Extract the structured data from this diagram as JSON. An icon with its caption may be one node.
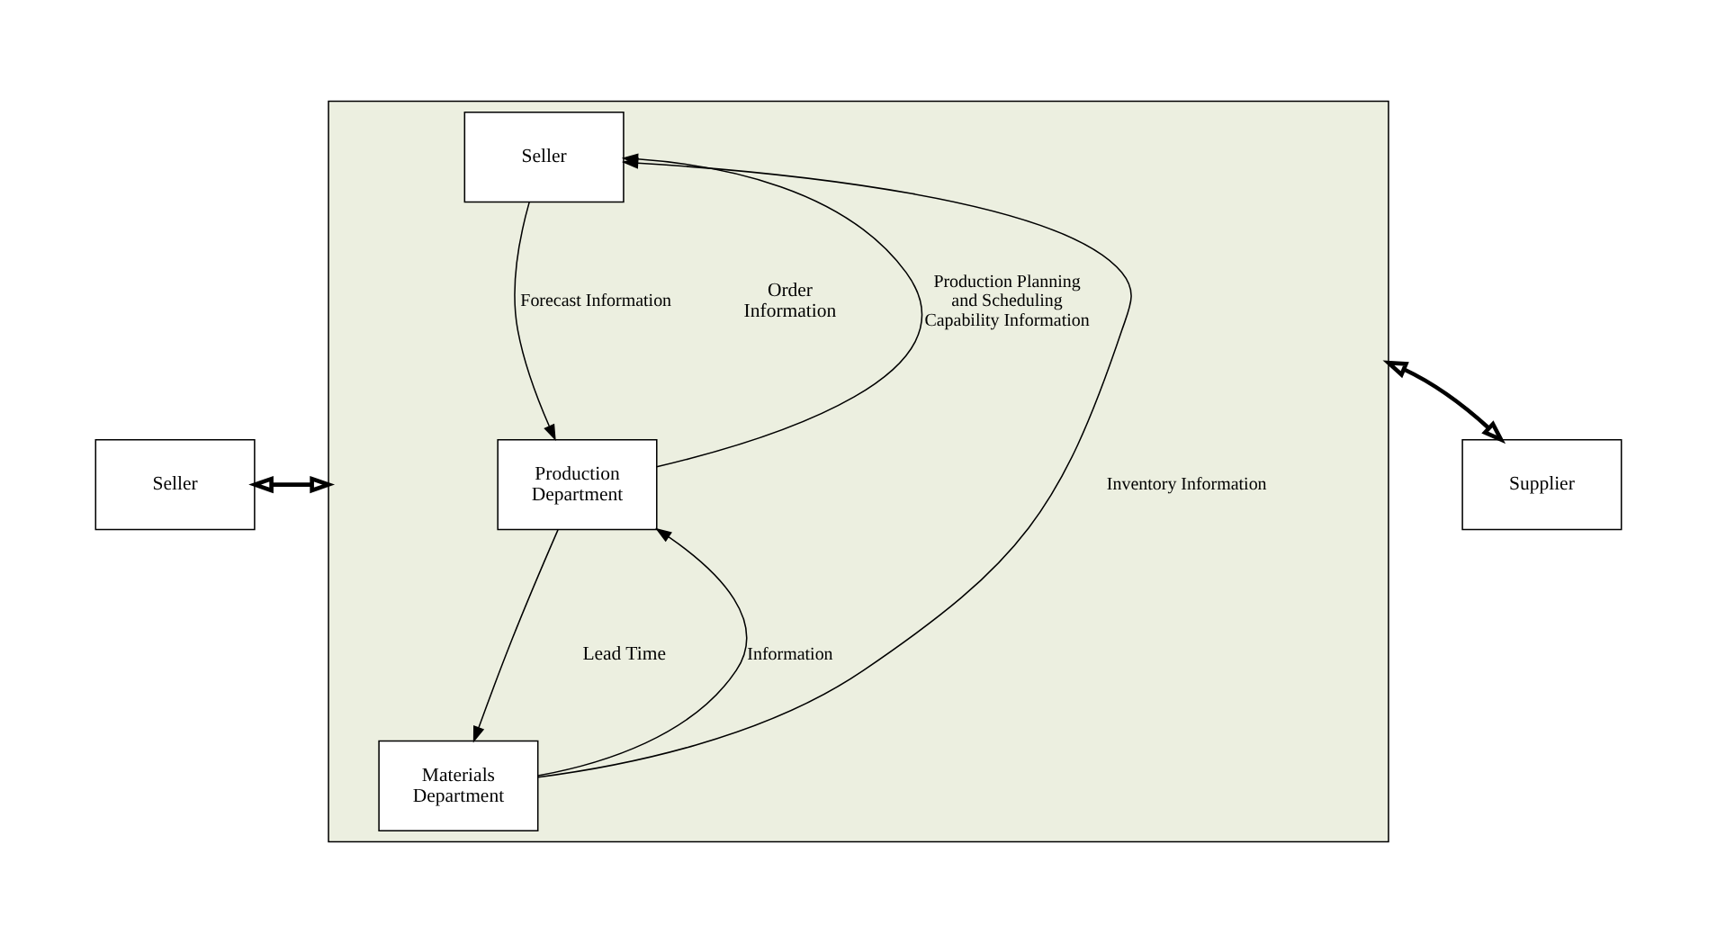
{
  "diagram": {
    "nodes": [
      {
        "text": [],
        "shape": "box"
      },
      {
        "text": [
          "Seller"
        ]
      },
      {
        "text": [
          "Seller"
        ],
        "in": 0
      },
      {
        "text": [
          "Production Department"
        ],
        "in": 0
      },
      {
        "text": [
          "Materials Department"
        ],
        "in": 0
      },
      {
        "text": [
          "Supplier"
        ]
      }
    ],
    "edges": [
      {
        "from": 1,
        "to": 0,
        "arrow": "both",
        "style": "thick"
      },
      {
        "from": 0,
        "to": 5,
        "arrow": "both",
        "style": "thick"
      },
      {
        "from": 2,
        "to": 3,
        "arrow": "to",
        "label": "Forecast Information"
      },
      {
        "from": 4,
        "to": 3,
        "arrow": "to",
        "label": "Information"
      },
      {
        "from": 3,
        "to": 2,
        "arrow": "to",
        "label": "Production Planning and Scheduling Capability Information"
      },
      {
        "from": 3,
        "to": 4,
        "arrow": "to"
      },
      {
        "from": 4,
        "to": 2,
        "arrow": "to",
        "label": "Inventory Information"
      }
    ],
    "labels": [
      "Order Information",
      "Lead Time"
    ]
  }
}
